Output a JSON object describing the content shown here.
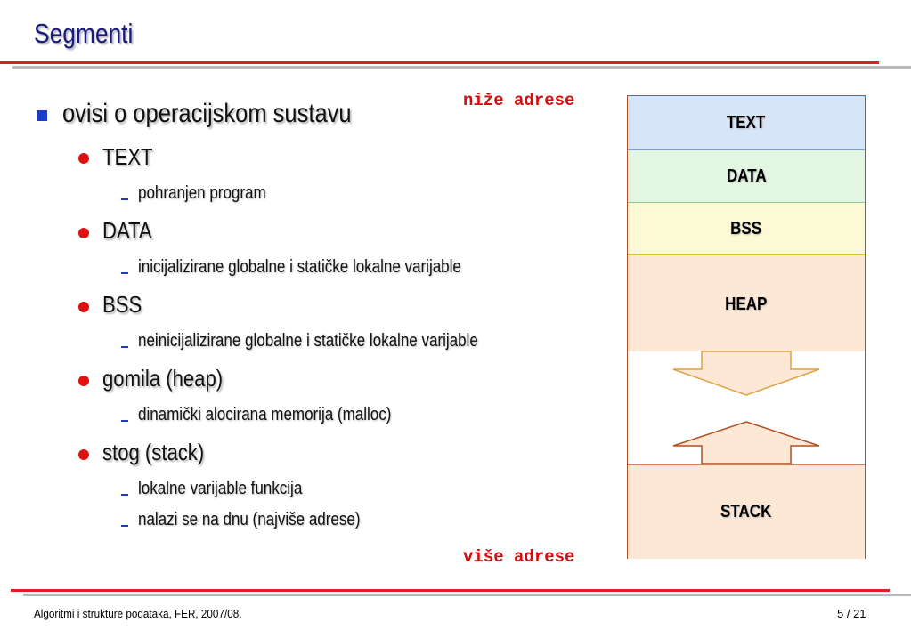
{
  "slide": {
    "title": "Segmenti",
    "footer_left": "Algoritmi i strukture podataka, FER, 2007/08.",
    "footer_right": "5 / 21"
  },
  "bullets": {
    "main": "ovisi o operacijskom sustavu",
    "items": [
      {
        "label": "TEXT",
        "subs": [
          "pohranjen program"
        ]
      },
      {
        "label": "DATA",
        "subs": [
          "inicijalizirane globalne i statičke lokalne varijable"
        ]
      },
      {
        "label": "BSS",
        "subs": [
          "neinicijalizirane globalne i statičke lokalne varijable"
        ]
      },
      {
        "label": "gomila (heap)",
        "subs": [
          "dinamički alocirana memorija (malloc)"
        ]
      },
      {
        "label": "stog (stack)",
        "subs": [
          "lokalne varijable funkcija",
          "nalazi se na dnu (najviše adrese)"
        ]
      }
    ]
  },
  "memory": {
    "lower_addresses": "niže adrese",
    "higher_addresses": "više adrese",
    "segments": {
      "text": "TEXT",
      "data": "DATA",
      "bss": "BSS",
      "heap": "HEAP",
      "stack": "STACK"
    },
    "colors": {
      "text": "#d6e6f8",
      "data": "#e2f6e2",
      "bss": "#fcfad4",
      "heap_stack": "#fde8d6",
      "address_label": "#d01010",
      "title": "#1a1a80"
    }
  }
}
